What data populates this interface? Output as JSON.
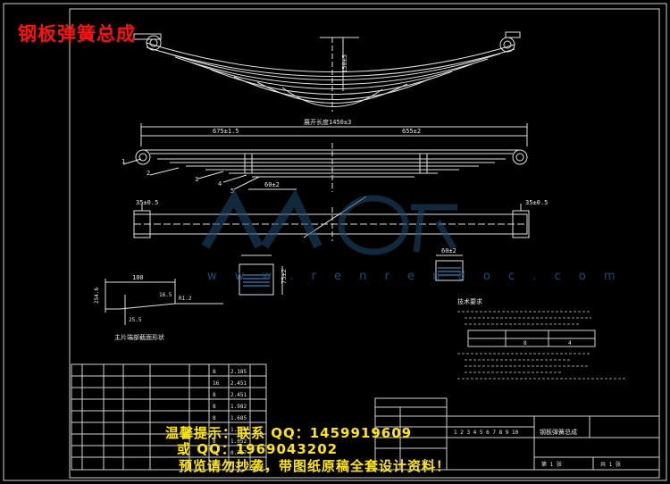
{
  "drawing": {
    "title": "钢板弹簧总成",
    "website": "w w w . r e n r e n d o c . c o m",
    "promo": {
      "line1": "温馨提示：联系 QQ：1459919609",
      "line2": "或 QQ：1969043202",
      "line3": "预览请勿抄袭，带图纸原稿全套设计资料！"
    },
    "dims": {
      "span": "展开长度1450±3",
      "left_len": "675±1.5",
      "right_len": "655±2",
      "center_offset": "60±2",
      "height": "150±5",
      "left_width": "35±0.5",
      "right_width": "35±0.5",
      "section_width": "75±2",
      "section_right": "60±2",
      "profile_len": "100",
      "profile_h1": "254.6",
      "profile_h2": "25.5",
      "profile_c": "16.5",
      "profile_r": "R1.2"
    },
    "callouts": [
      "1",
      "2",
      "3",
      "4",
      "5"
    ],
    "notes_heading": "技术要求",
    "notes_table": {
      "headers": [
        "",
        "",
        ""
      ],
      "row2": [
        "",
        "8",
        "4"
      ]
    },
    "detail_caption": "主片端部截面形状",
    "title_block": {
      "name": "钢板弹簧总成",
      "drawing_no": "1 2 3 4 5 6 7 8 9 10",
      "sheet_a": "第 1 张",
      "sheet_b": "共 1 张"
    },
    "parts_values": [
      "8",
      "16",
      "8",
      "8",
      "8",
      "8",
      "8",
      "8",
      "8"
    ],
    "mass_values": [
      "2.185",
      "2.451",
      "2.451",
      "1.982",
      "1.685",
      "1.366",
      "1.052",
      "0.737",
      "0.425"
    ]
  }
}
